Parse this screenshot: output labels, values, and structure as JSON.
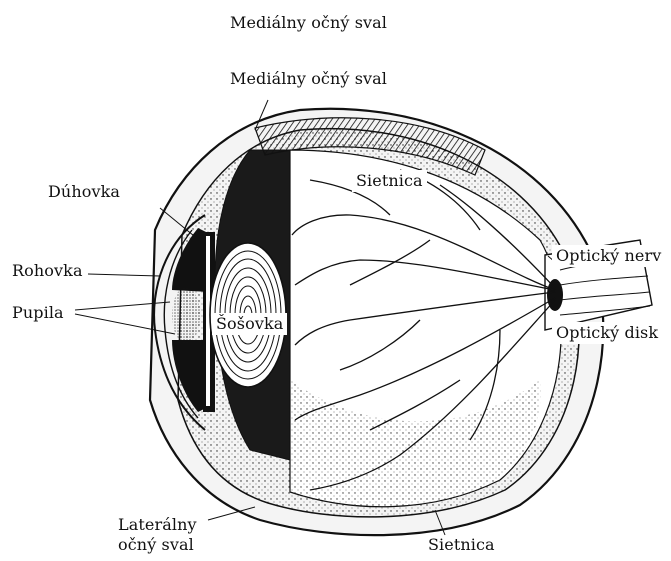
{
  "labels": {
    "medial_top": "Mediálny očný sval",
    "medial": "Mediálny očný sval",
    "duhovka": "Dúhovka",
    "rohovka": "Rohovka",
    "pupila": "Pupila",
    "sosovka": "Šošovka",
    "sietnica_top": "Sietnica",
    "opticky_nerv": "Optický nerv",
    "opticky_disk": "Optický disk",
    "lateral_line1": "Laterálny",
    "lateral_line2": "očný sval",
    "sietnica_bottom": "Sietnica"
  },
  "colors": {
    "ink": "#111111",
    "paper": "#ffffff"
  }
}
